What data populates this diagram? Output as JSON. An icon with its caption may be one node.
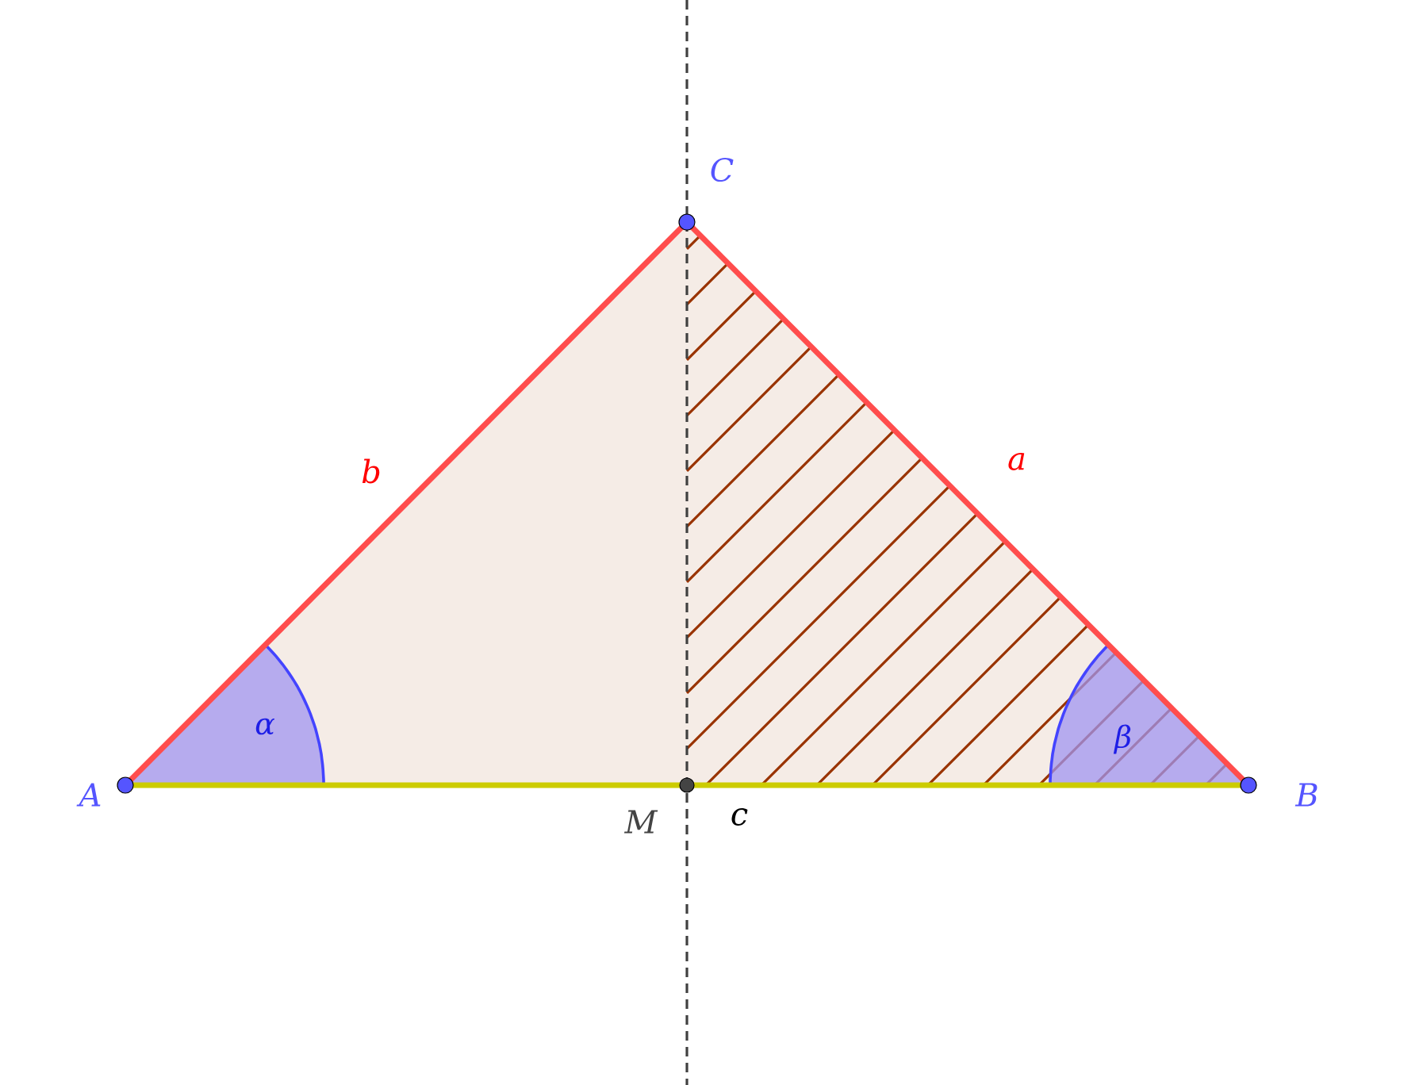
{
  "diagram": {
    "nodes": [
      {
        "text": [],
        "shape": "circle",
        "beside": [
          "A"
        ]
      },
      {
        "text": [],
        "shape": "circle",
        "beside": [
          "B"
        ]
      },
      {
        "text": [],
        "shape": "circle",
        "beside": [
          "C"
        ]
      },
      {
        "text": [],
        "shape": "circle",
        "beside": [
          "M"
        ]
      }
    ],
    "edges": [
      {
        "from": 0,
        "to": 2,
        "arrow": "none",
        "label": "b"
      },
      {
        "from": 2,
        "to": 1,
        "arrow": "none",
        "label": "a"
      },
      {
        "from": 0,
        "to": 1,
        "arrow": "none",
        "label": "c",
        "color": "#cccc00"
      }
    ],
    "labels": [
      "α",
      "β"
    ]
  }
}
